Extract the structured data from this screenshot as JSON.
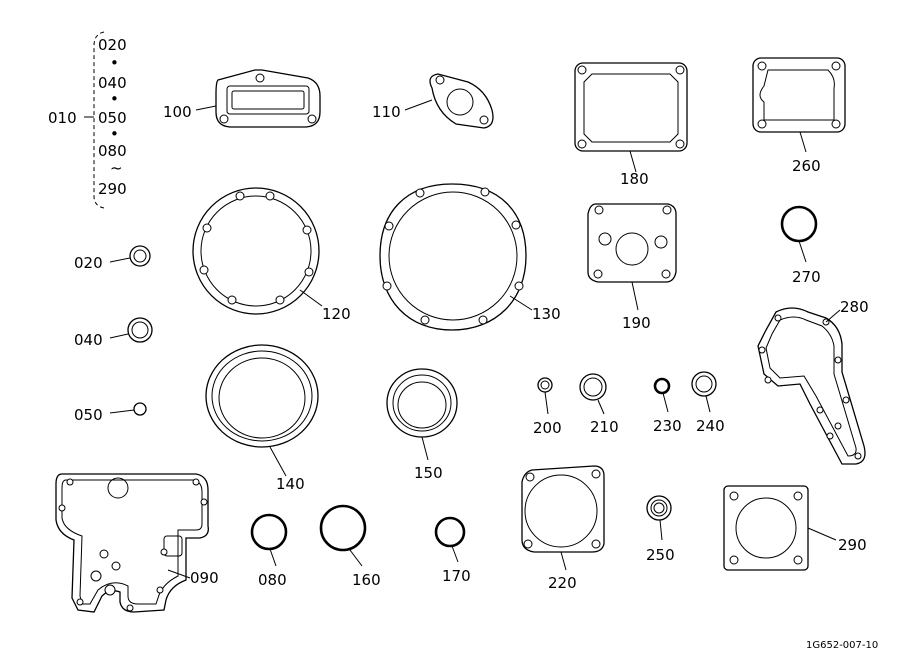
{
  "key": {
    "main": "010",
    "range": [
      "020",
      "040",
      "050",
      "080",
      "290"
    ],
    "bullet": "•",
    "tilde": "~"
  },
  "labels": {
    "p020": "020",
    "p040": "040",
    "p050": "050",
    "p080": "080",
    "p090": "090",
    "p100": "100",
    "p110": "110",
    "p120": "120",
    "p130": "130",
    "p140": "140",
    "p150": "150",
    "p160": "160",
    "p170": "170",
    "p180": "180",
    "p190": "190",
    "p200": "200",
    "p210": "210",
    "p220": "220",
    "p230": "230",
    "p240": "240",
    "p250": "250",
    "p260": "260",
    "p270": "270",
    "p280": "280",
    "p290": "290"
  },
  "reference": "1G652-007-10"
}
